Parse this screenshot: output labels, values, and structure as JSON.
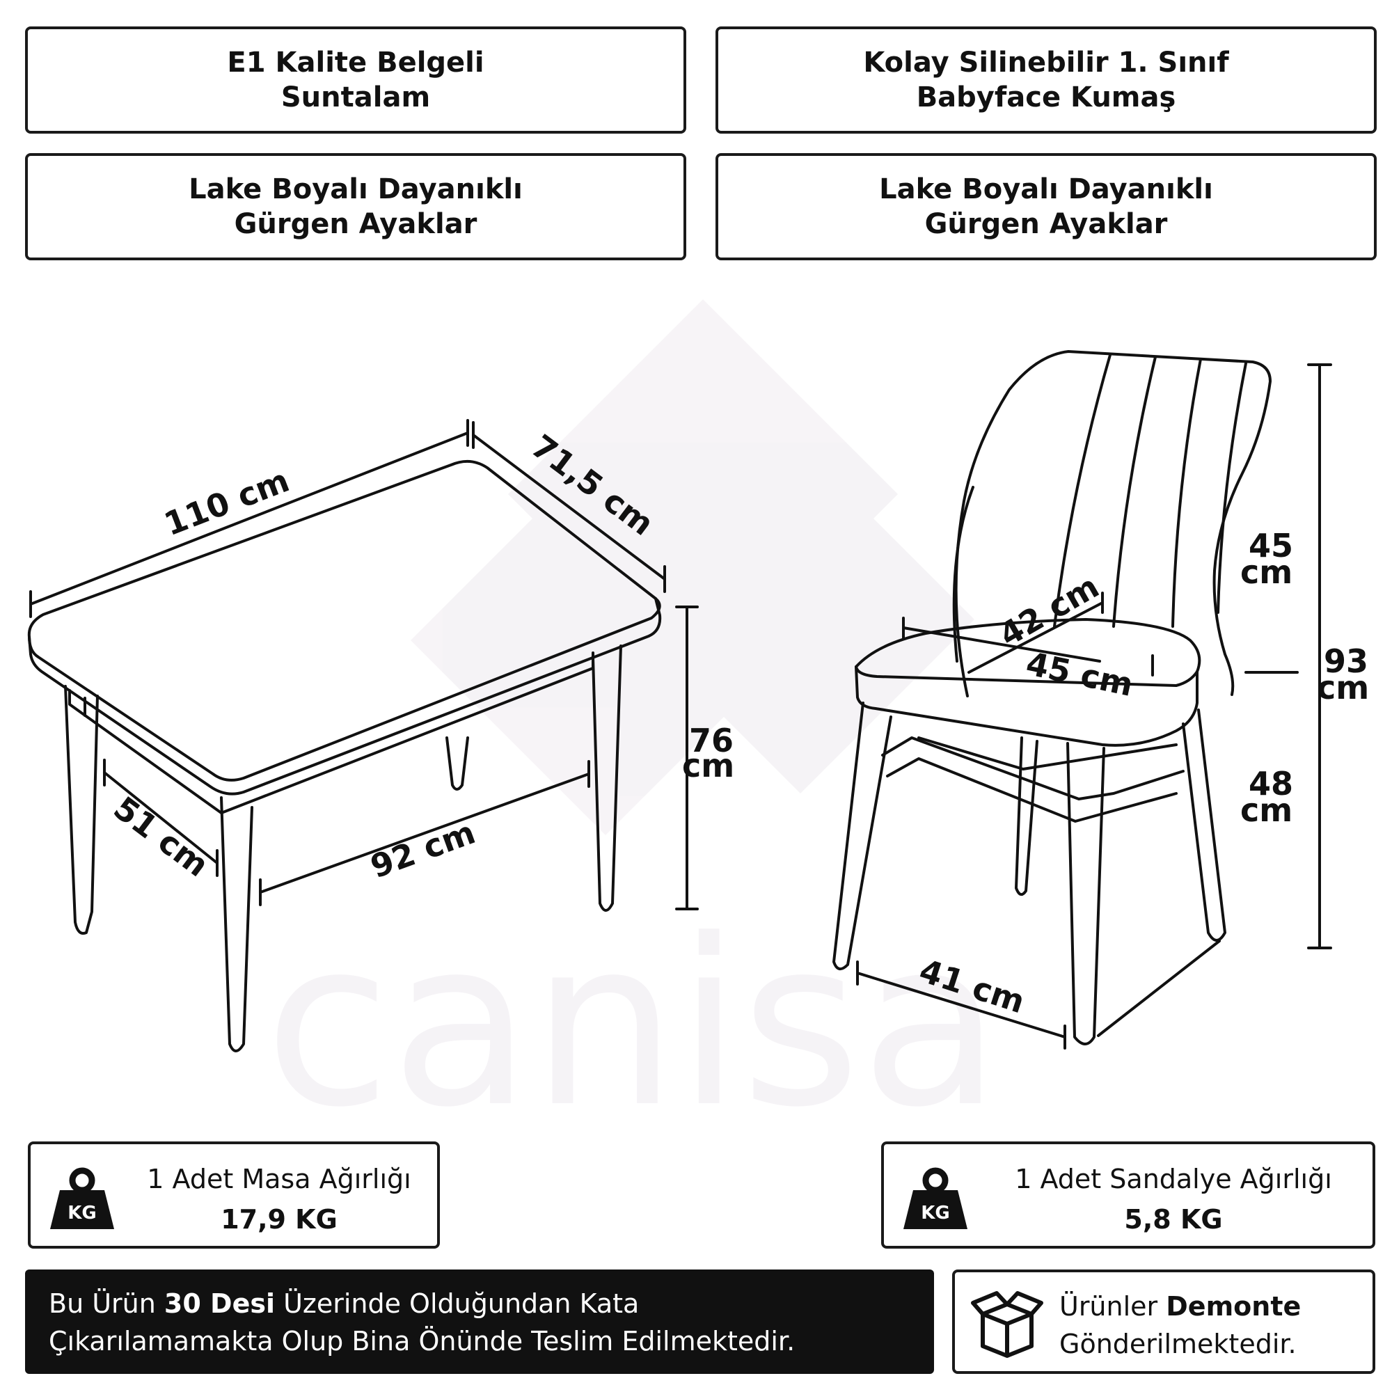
{
  "features": [
    {
      "line1": "E1 Kalite Belgeli",
      "line2": "Suntalam"
    },
    {
      "line1": "Kolay Silinebilir 1. Sınıf",
      "line2": "Babyface Kumaş"
    },
    {
      "line1": "Lake Boyalı Dayanıklı",
      "line2": "Gürgen Ayaklar"
    },
    {
      "line1": "Lake Boyalı Dayanıklı",
      "line2": "Gürgen Ayaklar"
    }
  ],
  "table_dims": {
    "length": "110 cm",
    "width": "71,5 cm",
    "height_num": "76",
    "height_unit": "cm",
    "leg_short": "51 cm",
    "leg_long": "92 cm"
  },
  "chair_dims": {
    "back_num": "45",
    "back_unit": "cm",
    "total_num": "93",
    "total_unit": "cm",
    "seat_h_num": "48",
    "seat_h_unit": "cm",
    "seat_depth": "42 cm",
    "seat_width": "45 cm",
    "base": "41 cm"
  },
  "watermark": "canisa",
  "table_weight": {
    "label": "1 Adet Masa Ağırlığı",
    "value": "17,9 KG",
    "icon_text": "KG"
  },
  "chair_weight": {
    "label": "1 Adet Sandalye Ağırlığı",
    "value": "5,8 KG",
    "icon_text": "KG"
  },
  "notice": {
    "pre": "Bu Ürün ",
    "bold": "30 Desi",
    "post": " Üzerinde Olduğundan Kata",
    "line2": "Çıkarılamamakta Olup Bina Önünde Teslim Edilmektedir."
  },
  "demonte": {
    "pre": "Ürünler ",
    "bold": "Demonte",
    "line2": "Gönderilmektedir."
  },
  "icons": {
    "weight": "weight-kg-icon",
    "box": "open-box-icon"
  }
}
